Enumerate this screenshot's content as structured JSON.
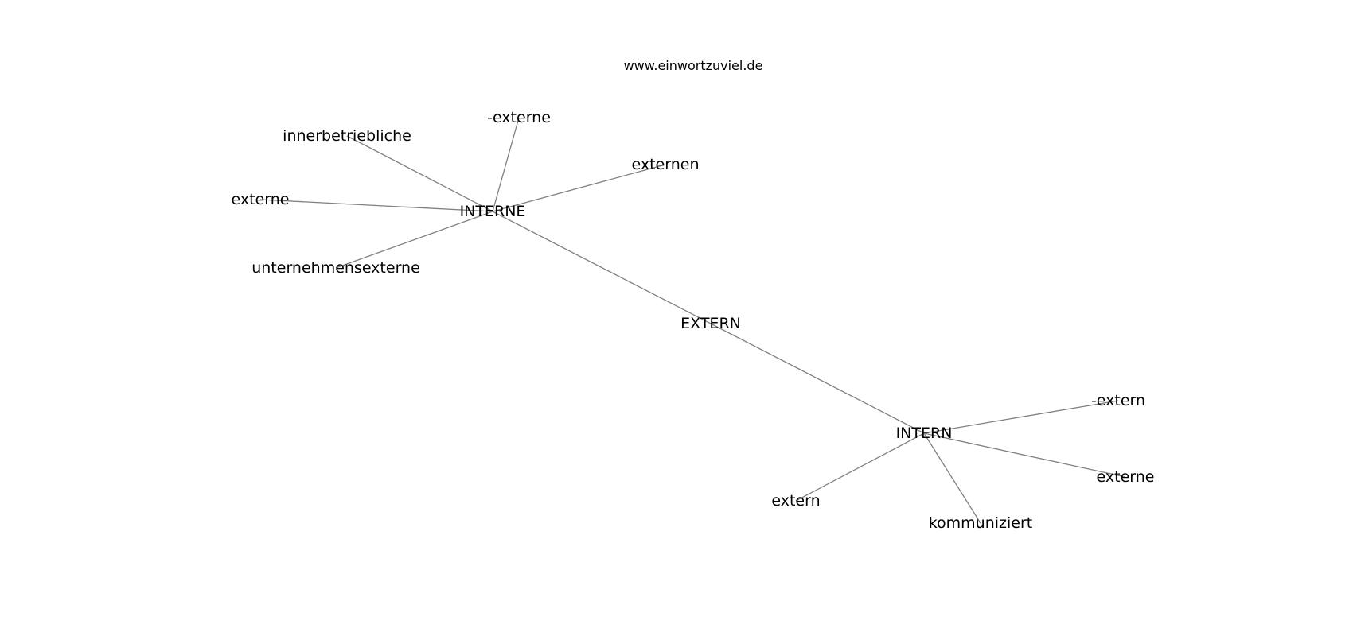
{
  "source": "www.einwortzuviel.de",
  "nodes": [
    {
      "id": "EXTERN",
      "label": "EXTERN"
    },
    {
      "id": "INTERNE",
      "label": "INTERNE"
    },
    {
      "id": "INTERN",
      "label": "INTERN"
    },
    {
      "id": "innerbetriebliche",
      "label": "innerbetriebliche"
    },
    {
      "id": "minus_externe",
      "label": "-externe"
    },
    {
      "id": "externen",
      "label": "externen"
    },
    {
      "id": "externe_left",
      "label": "externe"
    },
    {
      "id": "unternehmensexterne",
      "label": "unternehmensexterne"
    },
    {
      "id": "minus_extern",
      "label": "-extern"
    },
    {
      "id": "externe_right",
      "label": "externe"
    },
    {
      "id": "extern",
      "label": "extern"
    },
    {
      "id": "kommuniziert",
      "label": "kommuniziert"
    }
  ],
  "edges": [
    [
      "EXTERN",
      "INTERNE"
    ],
    [
      "EXTERN",
      "INTERN"
    ],
    [
      "INTERNE",
      "innerbetriebliche"
    ],
    [
      "INTERNE",
      "minus_externe"
    ],
    [
      "INTERNE",
      "externen"
    ],
    [
      "INTERNE",
      "externe_left"
    ],
    [
      "INTERNE",
      "unternehmensexterne"
    ],
    [
      "INTERN",
      "minus_extern"
    ],
    [
      "INTERN",
      "externe_right"
    ],
    [
      "INTERN",
      "extern"
    ],
    [
      "INTERN",
      "kommuniziert"
    ]
  ],
  "colors": {
    "edge": "#808080",
    "text": "#000000",
    "background": "#ffffff"
  }
}
